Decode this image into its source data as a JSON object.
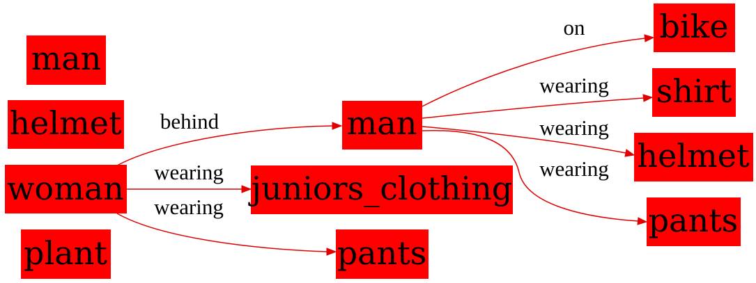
{
  "graph": {
    "nodes": {
      "man_top": "man",
      "helmet_left": "helmet",
      "woman": "woman",
      "plant": "plant",
      "man_center": "man",
      "juniors_clothing": "juniors_clothing",
      "pants_bottom": "pants",
      "bike": "bike",
      "shirt": "shirt",
      "helmet_right": "helmet",
      "pants_right": "pants"
    },
    "edges": {
      "woman_behind_man": "behind",
      "woman_wearing_juniors_clothing": "wearing",
      "woman_wearing_pants": "wearing",
      "man_on_bike": "on",
      "man_wearing_shirt": "wearing",
      "man_wearing_helmet": "wearing",
      "man_wearing_pants": "wearing"
    },
    "colors": {
      "node_fill": "#ff0000",
      "edge_stroke": "#e00000",
      "text": "#000000"
    }
  }
}
